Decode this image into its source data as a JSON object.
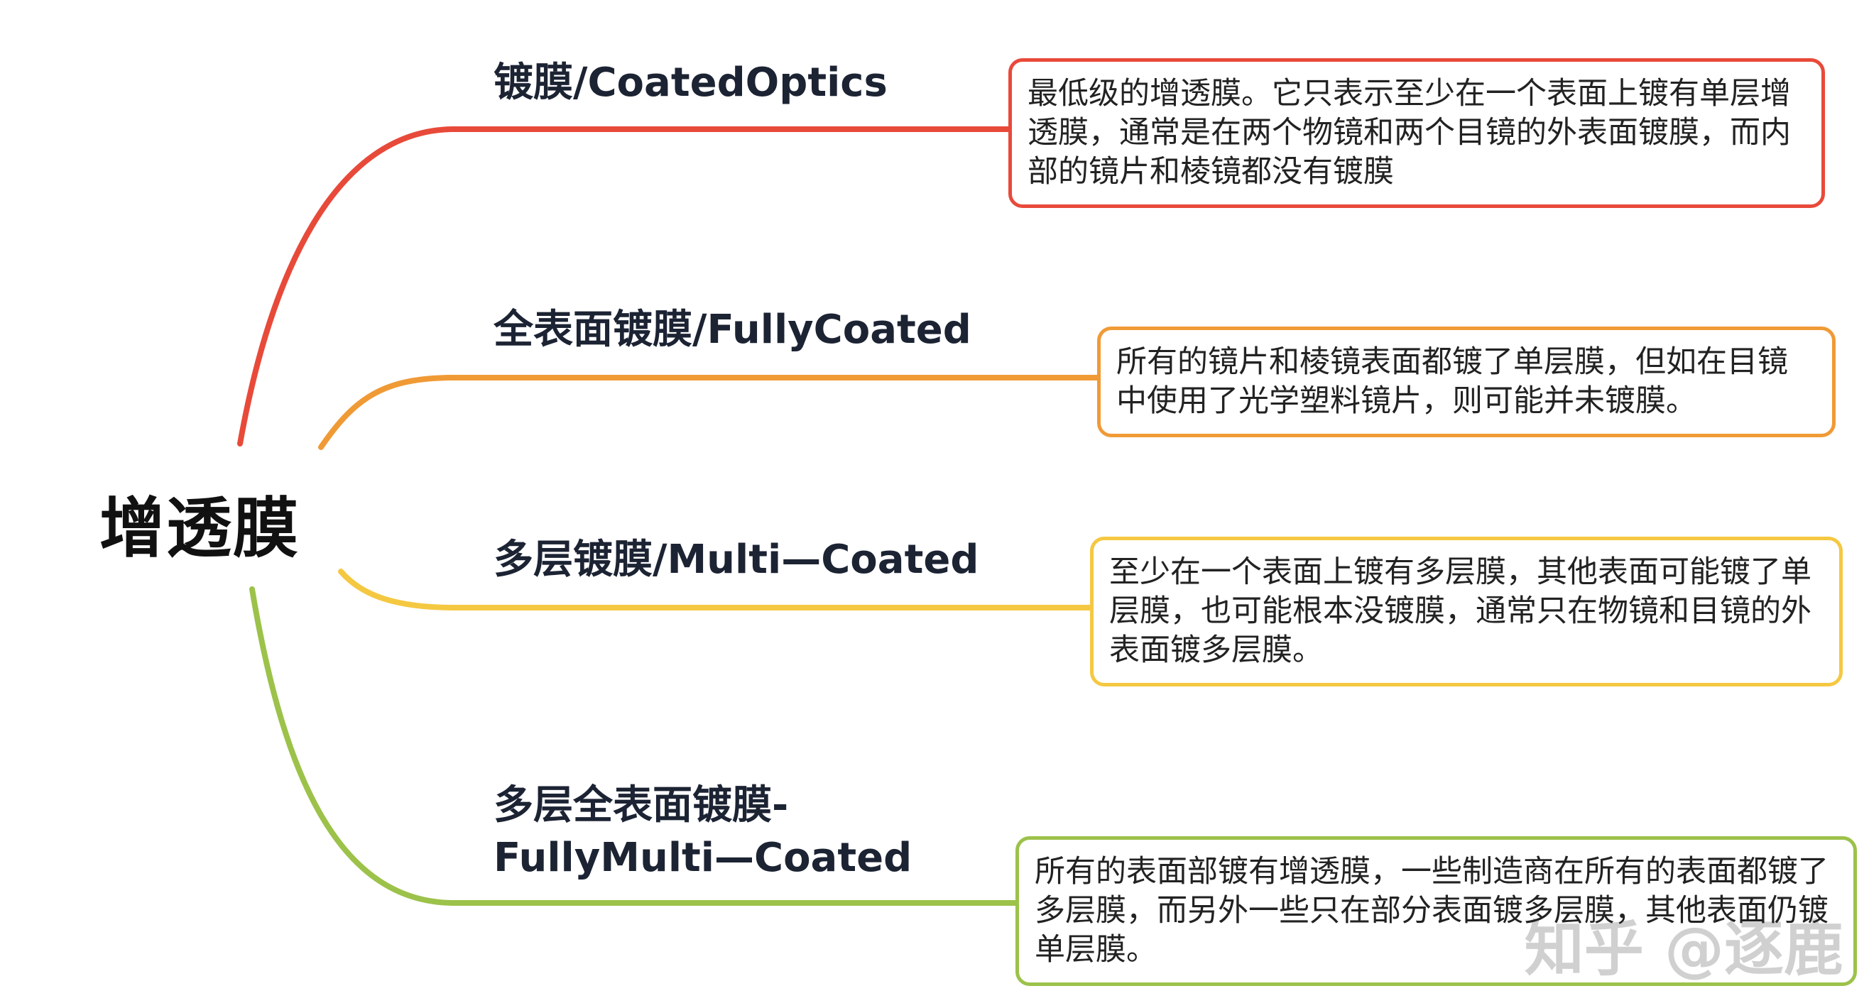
{
  "root": {
    "label": "增透膜"
  },
  "colors": {
    "red": "#e84a3a",
    "orange": "#f09a36",
    "yellow": "#f5c842",
    "green": "#9cc24a"
  },
  "branches": [
    {
      "title": "镀膜/CoatedOptics",
      "desc": "最低级的增透膜。它只表示至少在一个表面上镀有单层增透膜，通常是在两个物镜和两个目镜的外表面镀膜，而内部的镜片和棱镜都没有镀膜"
    },
    {
      "title": "全表面镀膜/FullyCoated",
      "desc": "所有的镜片和棱镜表面都镀了单层膜，但如在目镜中使用了光学塑料镜片，则可能并未镀膜。"
    },
    {
      "title": "多层镀膜/Multi—Coated",
      "desc": "至少在一个表面上镀有多层膜，其他表面可能镀了单层膜，也可能根本没镀膜，通常只在物镜和目镜的外表面镀多层膜。"
    },
    {
      "title": "多层全表面镀膜-FullyMulti—Coated",
      "desc": "所有的表面部镀有增透膜，一些制造商在所有的表面都镀了多层膜，而另外一些只在部分表面镀多层膜，其他表面仍镀单层膜。"
    }
  ],
  "watermark": "知乎 @逐鹿"
}
